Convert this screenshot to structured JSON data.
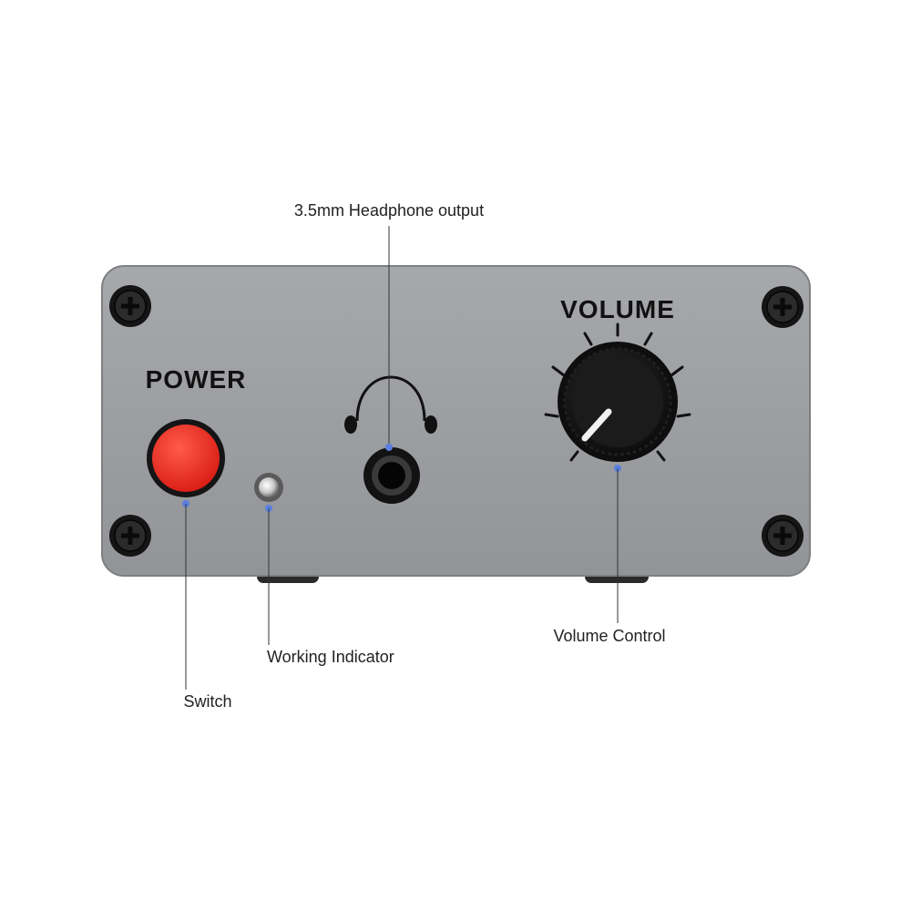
{
  "panel": {
    "power_label": "POWER",
    "volume_label": "VOLUME",
    "colors": {
      "panel": "#9ea0a3",
      "button": "#ee2b22",
      "knob": "#1a1a1a",
      "callout_dot": "#5b7fe0"
    }
  },
  "callouts": {
    "headphone_output": "3.5mm Headphone output",
    "working_indicator": "Working Indicator",
    "switch": "Switch",
    "volume_control": "Volume Control"
  },
  "icons": {
    "headphone": "headphone-icon",
    "screws": "screw-icon"
  }
}
